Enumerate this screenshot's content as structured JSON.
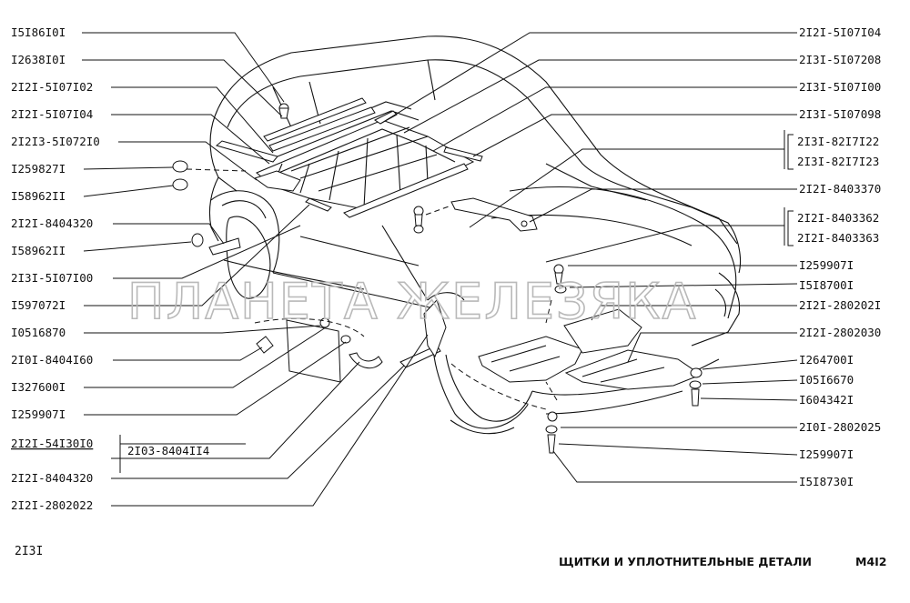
{
  "watermark": "ПЛАНЕТА ЖЕЛЕЗЯКА",
  "model_code": "2I3I",
  "title": "ЩИТКИ И УПЛОТНИТЕЛЬНЫЕ ДЕТАЛИ",
  "sheet": "M4I2",
  "labels_left": [
    "I5I86I0I",
    "I2638I0I",
    "2I2I-5I07I02",
    "2I2I-5I07I04",
    "2I2I3-5I072I0",
    "I259827I",
    "I58962II",
    "2I2I-8404320",
    "I58962II",
    "2I3I-5I07I00",
    "I597072I",
    "I0516870",
    "2I0I-8404I60",
    "I327600I",
    "I259907I",
    "2I2I-54I30I0",
    "2I2I-8404320",
    "2I2I-2802022"
  ],
  "label_boxed": "2I03-8404II4",
  "labels_right": [
    "2I2I-5I07I04",
    "2I3I-5I07208",
    "2I3I-5I07I00",
    "2I3I-5I07098",
    "2I3I-82I7I22",
    "2I3I-82I7I23",
    "2I2I-8403370",
    "2I2I-8403362",
    "2I2I-8403363",
    "I259907I",
    "I5I8700I",
    "2I2I-280202I",
    "2I2I-2802030",
    "I264700I",
    "I05I6670",
    "I604342I",
    "2I0I-2802025",
    "I259907I",
    "I5I8730I"
  ]
}
